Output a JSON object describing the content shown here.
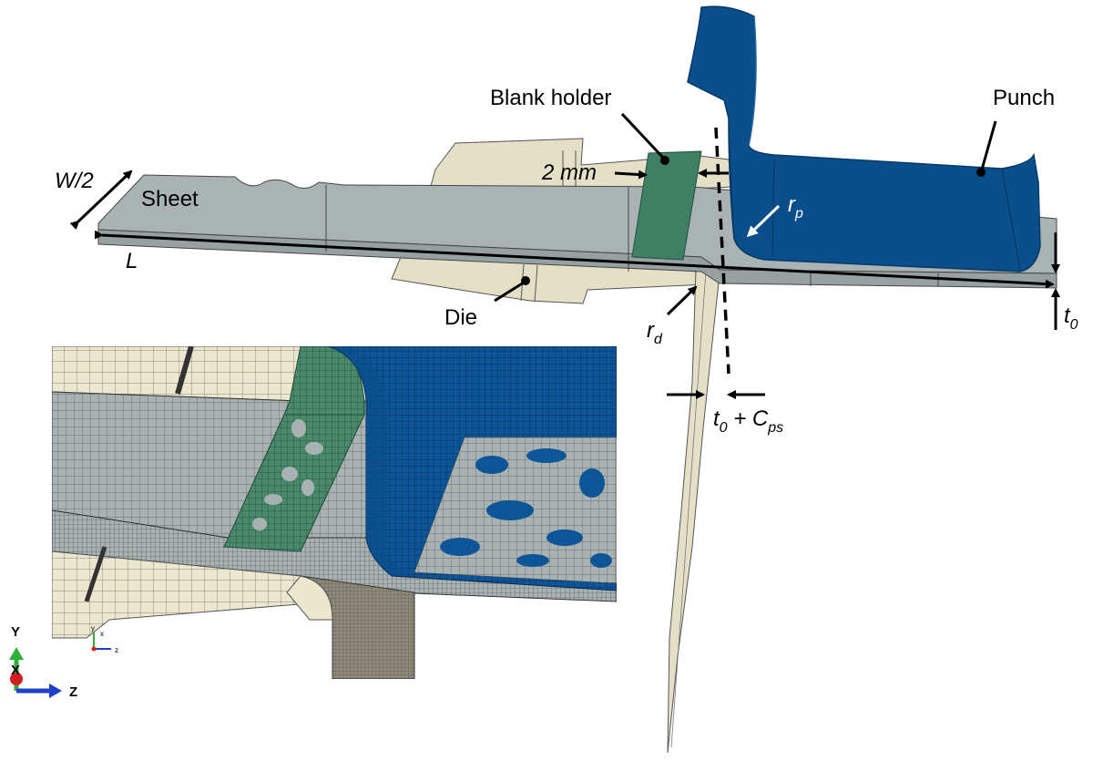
{
  "labels": {
    "blank_holder": "Blank holder",
    "punch": "Punch",
    "sheet": "Sheet",
    "die": "Die",
    "width_half": "W/2",
    "length": "L",
    "gap": "2 mm",
    "punch_radius": "r",
    "punch_radius_sub": "p",
    "die_radius": "r",
    "die_radius_sub": "d",
    "thickness": "t",
    "thickness_sub": "0",
    "clearance_t": "t",
    "clearance_t_sub": "0",
    "clearance_plus": " + C",
    "clearance_sub": "ps"
  },
  "triad": {
    "y": "Y",
    "x": "X",
    "z": "Z",
    "mini_y": "y",
    "mini_x": "x",
    "mini_z": "z"
  },
  "colors": {
    "sheet": "#aab3b3",
    "sheet_side": "#97a1a1",
    "die": "#e4e0c8",
    "blank_holder": "#3f7f63",
    "punch": "#0a4f8c",
    "punch_dark": "#063a69",
    "mesh_line": "#2b2b2b",
    "axis_y": "#2fae3a",
    "axis_z": "#1f3ec9",
    "axis_x": "#d02020"
  }
}
